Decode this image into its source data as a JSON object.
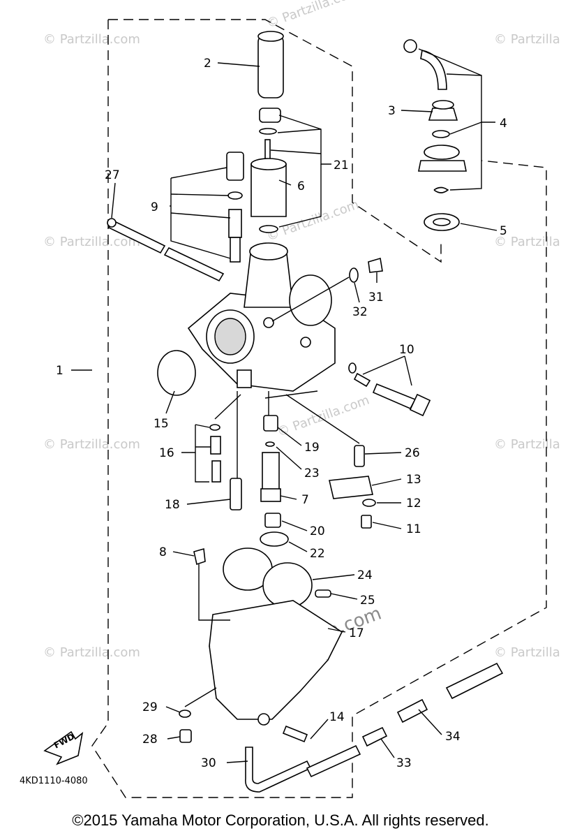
{
  "diagram": {
    "part_code": "4KD1110-4080",
    "fwd_label": "FWD",
    "watermark": "© Partzilla.com",
    "watermark_center": "Partzilla.com",
    "callouts": [
      "1",
      "2",
      "3",
      "4",
      "5",
      "6",
      "7",
      "8",
      "9",
      "10",
      "11",
      "12",
      "13",
      "14",
      "15",
      "16",
      "17",
      "18",
      "19",
      "20",
      "21",
      "22",
      "23",
      "24",
      "25",
      "26",
      "27",
      "28",
      "29",
      "30",
      "31",
      "32",
      "33",
      "34"
    ]
  },
  "copyright": "©2015  Yamaha Motor Corporation, U.S.A. All rights reserved."
}
